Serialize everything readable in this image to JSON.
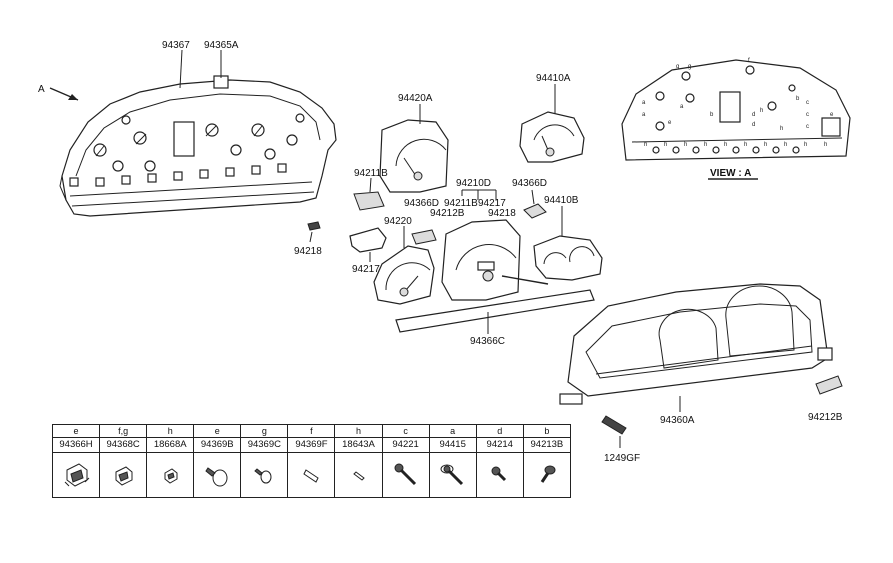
{
  "callouts": {
    "p94367": "94367",
    "p94365A": "94365A",
    "arrow_a": "A",
    "p94420A": "94420A",
    "p94410A": "94410A",
    "p94211B_a": "94211B",
    "p94210D": "94210D",
    "p94366D_a": "94366D",
    "p94366D_b": "94366D",
    "p94211B_b": "94211B",
    "p94217_a": "94217",
    "p94212B_a": "94212B",
    "p94218_a": "94218",
    "p94410B": "94410B",
    "p94220": "94220",
    "p94218_b": "94218",
    "p94217_b": "94217",
    "p94366C": "94366C",
    "p94360A": "94360A",
    "p94212B_b": "94212B",
    "p1249GF": "1249GF",
    "view_a": "VIEW : A"
  },
  "view_letters": [
    "g",
    "g",
    "f",
    "a",
    "a",
    "b",
    "b",
    "a",
    "e",
    "h",
    "h",
    "h",
    "h",
    "h",
    "h",
    "h",
    "h",
    "h",
    "h",
    "h",
    "h",
    "c",
    "c",
    "c",
    "d",
    "d",
    "e"
  ],
  "legend": {
    "columns": [
      {
        "code": "e",
        "part": "94366H",
        "icon": "socket-large-icon"
      },
      {
        "code": "f,g",
        "part": "94368C",
        "icon": "socket-medium-icon"
      },
      {
        "code": "h",
        "part": "18668A",
        "icon": "socket-small-icon"
      },
      {
        "code": "e",
        "part": "94369B",
        "icon": "bulb-large-icon"
      },
      {
        "code": "g",
        "part": "94369C",
        "icon": "bulb-medium-icon"
      },
      {
        "code": "f",
        "part": "94369F",
        "icon": "bulb-wedge-icon"
      },
      {
        "code": "h",
        "part": "18643A",
        "icon": "bulb-small-icon"
      },
      {
        "code": "c",
        "part": "94221",
        "icon": "screw-long-icon"
      },
      {
        "code": "a",
        "part": "94415",
        "icon": "screw-washer-icon"
      },
      {
        "code": "d",
        "part": "94214",
        "icon": "screw-short-icon"
      },
      {
        "code": "b",
        "part": "94213B",
        "icon": "screw-pan-icon"
      }
    ]
  }
}
